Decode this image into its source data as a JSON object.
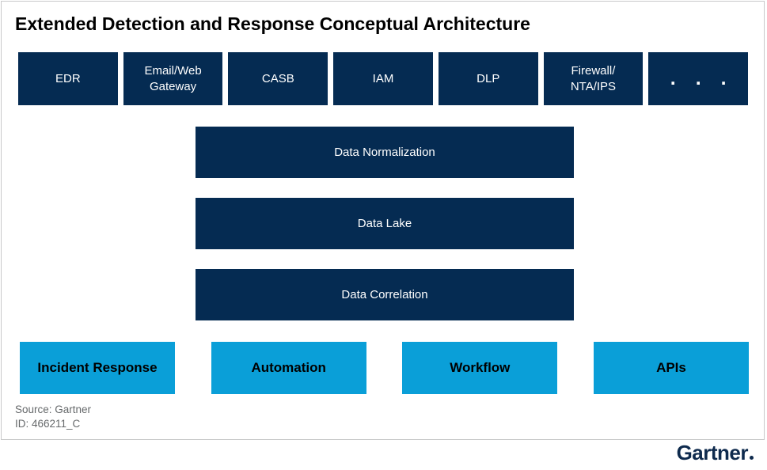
{
  "title": "Extended Detection and Response Conceptual Architecture",
  "top_row": [
    "EDR",
    "Email/Web\nGateway",
    "CASB",
    "IAM",
    "DLP",
    "Firewall/\nNTA/IPS",
    ". . ."
  ],
  "middle_stack": [
    "Data Normalization",
    "Data Lake",
    "Data Correlation"
  ],
  "bottom_row": [
    "Incident Response",
    "Automation",
    "Workflow",
    "APIs"
  ],
  "footer": {
    "source": "Source: Gartner",
    "id": "ID: 466211_C"
  },
  "logo": {
    "text": "Gartner"
  },
  "colors": {
    "navy": "#052b52",
    "blue": "#0a9fd8",
    "frame-border": "#c8c9ca",
    "gray-text": "#66696b",
    "logo-navy": "#0e2a4d"
  }
}
